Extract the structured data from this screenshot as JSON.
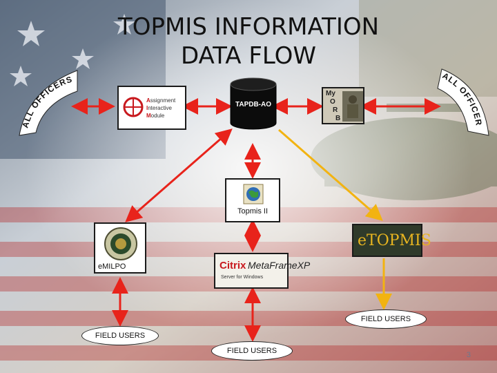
{
  "title_line1": "TOPMIS INFORMATION",
  "title_line2": "DATA FLOW",
  "left_users": "ALL OFFICERS",
  "right_users": "ALL OFFICERS",
  "database": "TAPDB-AO",
  "aim": {
    "line1_initial": "A",
    "line1_rest": "ssignment",
    "line2_initial": "I",
    "line2_rest": "nteractive",
    "line3_initial": "M",
    "line3_rest": "odule"
  },
  "myorb": {
    "my": "My",
    "o": "O",
    "r": "R",
    "b": "B"
  },
  "topmis2": "Topmis II",
  "emilpo": "eMILPO",
  "etopmis": "eTOPMIS",
  "citrix": {
    "brand": "Citrix",
    "product": "MetaFrameXP",
    "sub": "Server for Windows"
  },
  "field_users_left": "FIELD USERS",
  "field_users_center": "FIELD USERS",
  "field_users_right": "FIELD USERS",
  "page_number": "3",
  "colors": {
    "red_arrow": "#e8231b",
    "yellow_arrow": "#f2b311",
    "aim_red": "#c8191e",
    "box_border": "#1a1a1a"
  }
}
